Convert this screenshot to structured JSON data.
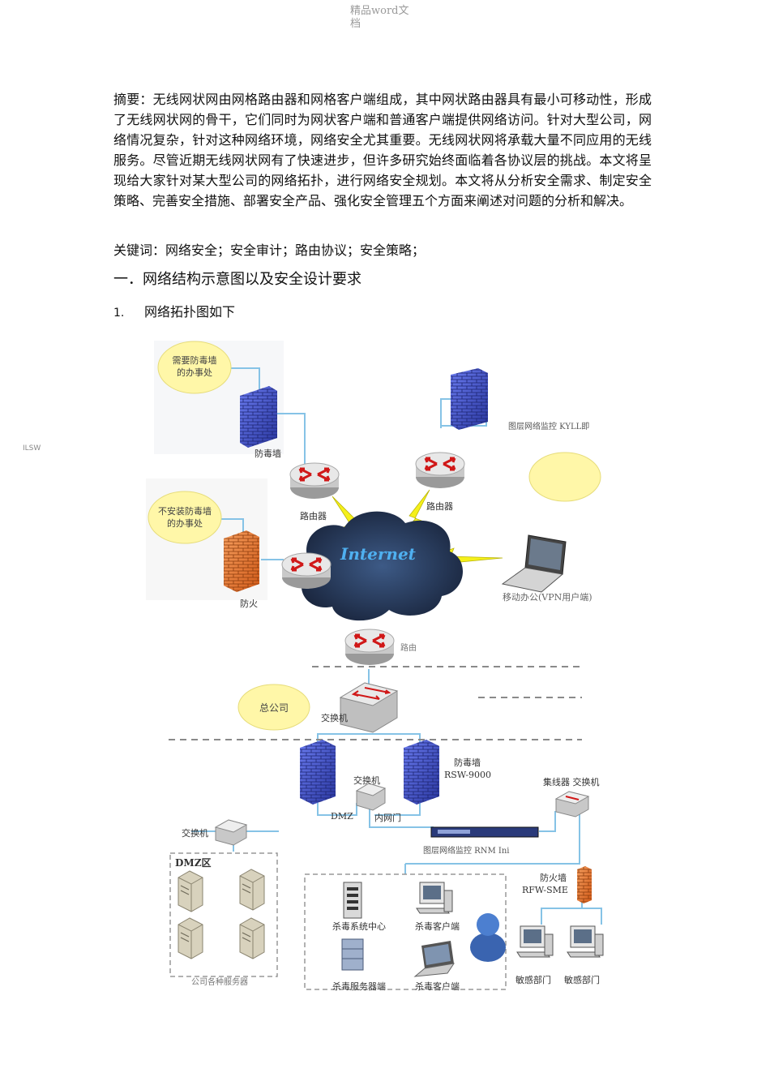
{
  "header": {
    "watermark": "精品word文档"
  },
  "body": {
    "abstract": "摘要：无线网状网由网格路由器和网格客户端组成，其中网状路由器具有最小可移动性，形成了无线网状网的骨干，它们同时为网状客户端和普通客户端提供网络访问。针对大型公司，网络情况复杂，针对这种网络环境，网络安全尤其重要。无线网状网将承载大量不同应用的无线服务。尽管近期无线网状网有了快速进步，但许多研究始终面临着各协议层的挑战。本文将呈现给大家针对某大型公司的网络拓扑，进行网络安全规划。本文将从分析安全需求、制定安全策略、完善安全措施、部署安全产品、强化安全管理五个方面来阐述对问题的分析和解决。",
    "keywords": "关键词：网络安全；安全审计；路由协议；安全策略；",
    "heading": "一．网络结构示意图以及安全设计要求",
    "subheading_num": "1.",
    "subheading": "网络拓扑图如下",
    "stray_mark": "ILSW"
  },
  "diagram": {
    "office_with_av": "需要防毒墙的办事处",
    "av_firewall_label": "防毒墙",
    "monitor_top": "图层网络监控 KYLL即",
    "router_label_1": "路由器",
    "router_label_2": "路由器",
    "router_label_3": "路由",
    "office_no_av": "不安装防毒墙的办事处",
    "firewall_label": "防火",
    "internet": "Internet",
    "mobile_user": "移动办公(VPN用户端)",
    "hq": "总公司",
    "switch_main": "交换机",
    "switch_dmz": "交换机",
    "dmz": "DMZ",
    "intranet": "内网门",
    "av_wall_model": "防毒墙\nRSW-9000",
    "hub_switch": "集线器 交换机",
    "monitor_bottom": "图层网络监控 RNM Ini",
    "switch_left": "交换机",
    "dmz_zone": "DMZ区",
    "server_group": "公司各种服务器",
    "av_center": "杀毒系统中心",
    "av_client_1": "杀毒客户端",
    "av_server": "杀毒服务器端",
    "av_client_2": "杀毒客户端",
    "firewall_model": "防火墙\nRFW-SME",
    "dept_1": "敏感部门",
    "dept_2": "敏感部门",
    "colors": {
      "cloud": "#25344f",
      "firewall_blue": "#3c4fc6",
      "firewall_orange": "#ec7a2c",
      "bubble": "#fff7a8",
      "line": "#86c3e6",
      "bolt": "#f5f01a"
    }
  }
}
